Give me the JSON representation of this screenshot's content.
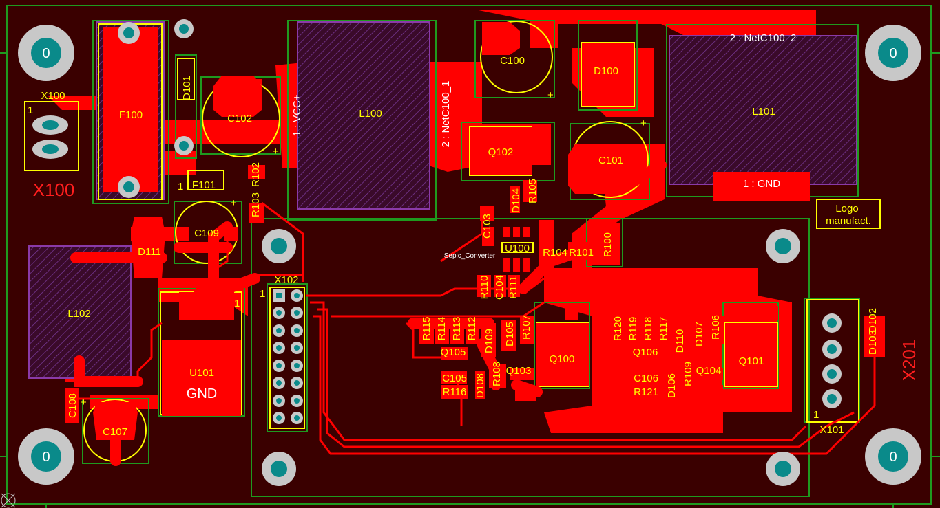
{
  "board": {
    "colors": {
      "background": "#3a0000",
      "copper": "#ff0000",
      "silkscreen": "#ffff00",
      "outline": "#1f9a1f",
      "hatch": "#8a3aa8",
      "pad_ring": "#c8c8c8",
      "pad_hole": "#0a8a8a"
    },
    "mounting_holes": [
      "0",
      "0",
      "0",
      "0"
    ],
    "net_labels": {
      "netc100_1": "2 : NetC100_1",
      "netc100_2": "2 : NetC100_2",
      "vcc": "1 : VCC+",
      "gnd": "1 : GND",
      "gnd_u101": "GND",
      "sepic": "Sepic_Converter"
    },
    "connector_labels": {
      "x100_big": "X100",
      "x201_big": "X201"
    },
    "logo": {
      "line1": "Logo",
      "line2": "manufact."
    },
    "pin_markers": {
      "x100": "1",
      "f101": "1",
      "u101": "1",
      "x102": "1",
      "x101": "1"
    },
    "plus_marks": [
      "+",
      "+",
      "+",
      "+",
      "+"
    ],
    "components": {
      "x100": "X100",
      "f100": "F100",
      "d101": "D101",
      "c102": "C102",
      "f101": "F101",
      "r102": "R102",
      "r103": "R103",
      "l100": "L100",
      "c100": "C100",
      "d100": "D100",
      "q102": "Q102",
      "c101": "C101",
      "l101": "L101",
      "d104": "D104",
      "r105": "R105",
      "c103": "C103",
      "u100": "U100",
      "r104": "R104",
      "r101": "R101",
      "r100": "R100",
      "r110": "R110",
      "c104": "C104",
      "r111": "R111",
      "d111": "D111",
      "c109": "C109",
      "l102": "L102",
      "u101": "U101",
      "x102": "X102",
      "c108": "C108",
      "c107": "C107",
      "r115": "R115",
      "r114": "R114",
      "r113": "R113",
      "r112": "R112",
      "d109": "D109",
      "d105": "D105",
      "r107": "R107",
      "q105": "Q105",
      "c105": "C105",
      "r116": "R116",
      "d108": "D108",
      "r108": "R108",
      "q103": "Q103",
      "q100": "Q100",
      "r120": "R120",
      "r119": "R119",
      "r118": "R118",
      "r117": "R117",
      "d110": "D110",
      "d107": "D107",
      "r106": "R106",
      "q106": "Q106",
      "c106": "C106",
      "r121": "R121",
      "d106": "D106",
      "r109": "R109",
      "q104": "Q104",
      "q101": "Q101",
      "x101": "X101",
      "d103": "D103",
      "d102": "D102"
    }
  }
}
